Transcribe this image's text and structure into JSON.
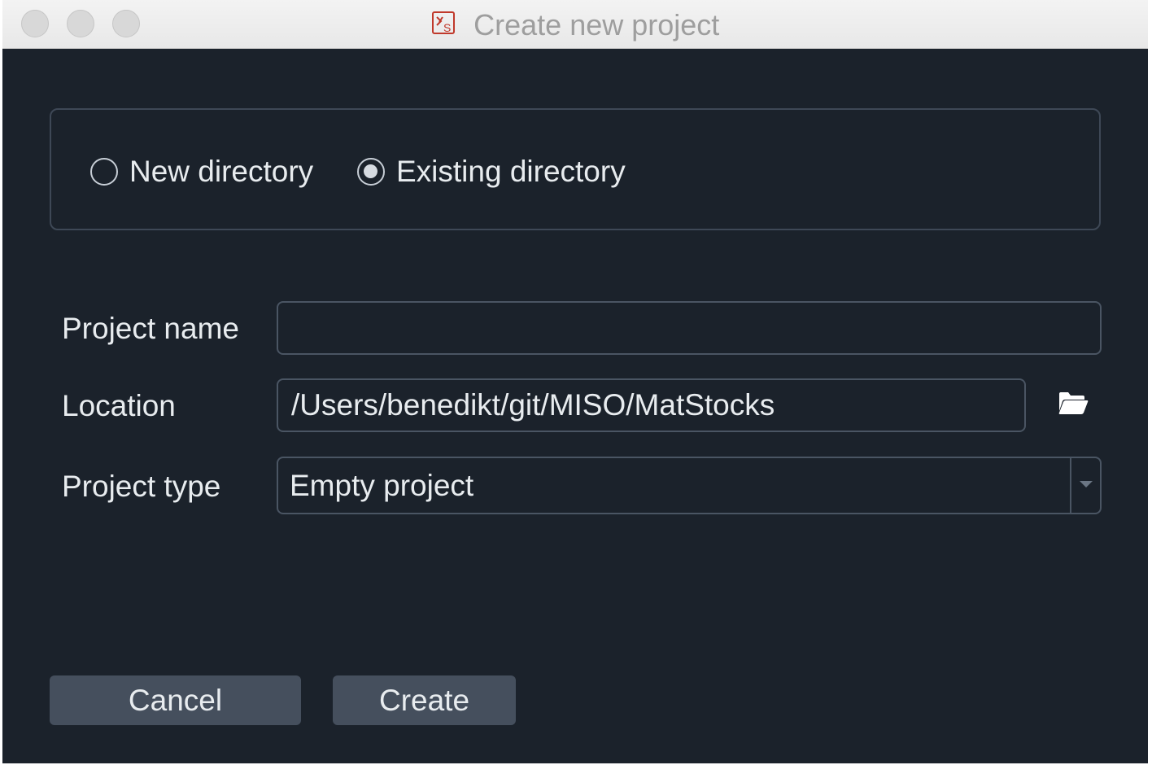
{
  "window": {
    "title": "Create new project",
    "app_icon": "app-logo-icon"
  },
  "mode": {
    "options": [
      {
        "label": "New directory",
        "checked": false
      },
      {
        "label": "Existing directory",
        "checked": true
      }
    ]
  },
  "form": {
    "project_name": {
      "label": "Project name",
      "value": ""
    },
    "location": {
      "label": "Location",
      "value": "/Users/benedikt/git/MISO/MatStocks",
      "browse_icon": "folder-open-icon"
    },
    "project_type": {
      "label": "Project type",
      "value": "Empty project"
    }
  },
  "buttons": {
    "cancel": "Cancel",
    "create": "Create"
  },
  "colors": {
    "background": "#1b222b",
    "border": "#4a5563",
    "button": "#454f5d",
    "text": "#e8ecef"
  }
}
